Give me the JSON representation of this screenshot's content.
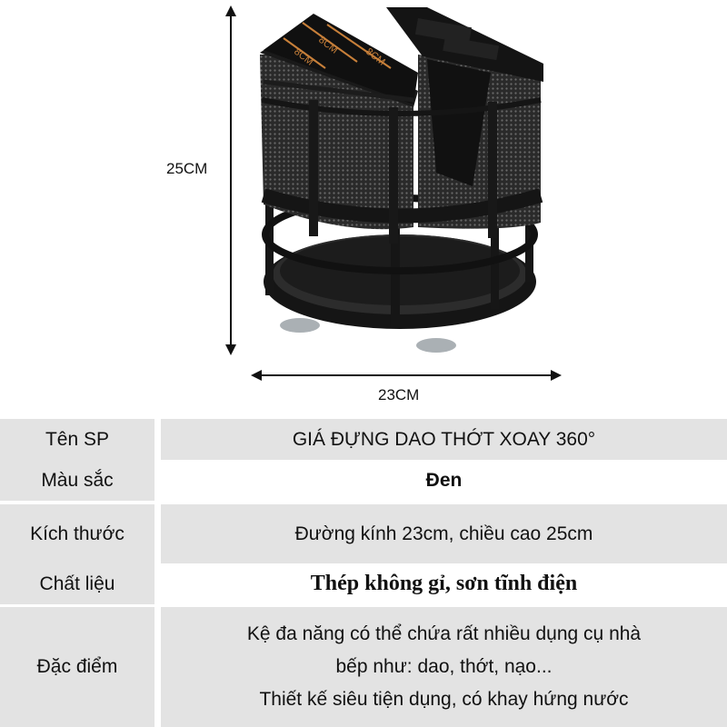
{
  "dimensions": {
    "height_label": "25CM",
    "width_label": "23CM",
    "slot_labels": [
      "8CM",
      "8CM",
      "8CM"
    ]
  },
  "specs": {
    "name_label": "Tên SP",
    "name_value": "GIÁ ĐỰNG DAO THỚT XOAY 360°",
    "color_label": "Màu sắc",
    "color_value": "Đen",
    "size_label": "Kích thước",
    "size_value": "Đường kính 23cm, chiều cao 25cm",
    "material_label": "Chất liệu",
    "material_value": "Thép không gỉ, sơn tĩnh điện",
    "features_label": "Đặc điểm",
    "features_lines": [
      "Kệ đa năng có thể chứa rất nhiều dụng cụ nhà",
      "bếp như: dao, thớt, nạo...",
      "Thiết kế siêu tiện dụng, có khay hứng nước"
    ]
  },
  "colors": {
    "label_bg": "#e3e3e3",
    "product": "#1a1a1a",
    "accent": "#c8803a"
  }
}
